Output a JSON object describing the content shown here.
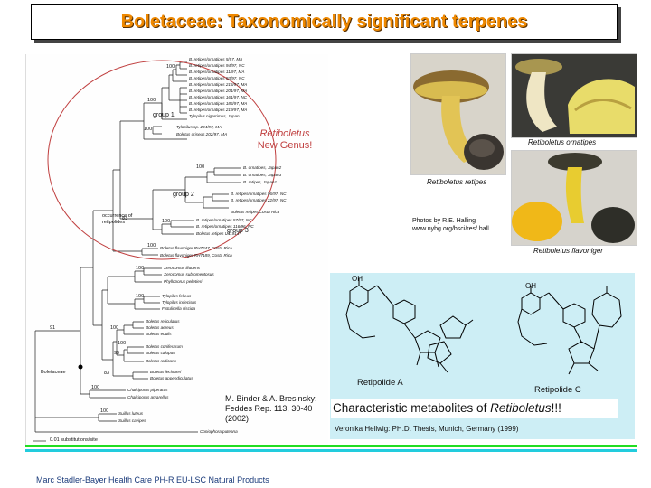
{
  "title": "Boletaceae: Taxonomically significant terpenes",
  "tree": {
    "taxa": [
      "B. retipes/ornatipes 5/97, MA",
      "B. retipes/ornatipes 94/97, NC",
      "B. retipes/ornatipes 11/97, MA",
      "B. retipes/ornatipes 93/97, NC",
      "B. retipes/ornatipes 215/97, MA",
      "B. retipes/ornatipes 201/97, MA",
      "B. retipes/ornatipes 161/97, NC",
      "B. retipes/ornatipes 186/97, MA",
      "B. retipes/ornatipes 219/97, MA",
      "Tylopilus nigerrimus, Japan",
      "Tylopilus sp. 204/97, MA",
      "Boletus griseus 202/97, MA",
      "B. ornatipes, Japan2",
      "B. ornatipes, Japan3",
      "B. retipes, Japan1",
      "B. retipes/ornatipes 96/97, NC",
      "B. retipes/ornatipes 22/97, NC",
      "Boletus retipes Costa Rica",
      "B. retipes/ornatipes 57/97, NC",
      "B. retipes/ornatipes 116/96, NC",
      "Boletus retipes U11914",
      "Boletus flavoniger RH7247, Costa Rica",
      "Boletus flavoniger RH7189, Costa Rica",
      "Xerocomus illudens",
      "Xerocomus subtomentosus",
      "Phylloporus pelletieri",
      "Tylopilus felleus",
      "Tylopilus indecisus",
      "Fistulinella viscida",
      "Boletus reticulatus",
      "Boletus aereus",
      "Boletus edulis",
      "Boletus coniferarum",
      "Boletus calopus",
      "Boletus radicans",
      "Boletus fechtneri",
      "Boletus appendiculatus",
      "Chalciporus piperatus",
      "Chalciporus amarellus",
      "Suillus luteus",
      "Suillus cavipes",
      "Coniophora puteana"
    ],
    "group1": "group 1",
    "group2": "group 2",
    "group3": "group 3",
    "occurrence": "occurrence of retipolides",
    "boletaceae": "Boletaceae",
    "scale": "0.01 substitutions/site",
    "bootstrap": [
      "100",
      "100",
      "100",
      "83",
      "100",
      "100",
      "100",
      "91",
      "100",
      "100",
      "100",
      "99",
      "100",
      "83",
      "100",
      "100"
    ],
    "genus_line1": "Retiboletus",
    "genus_line2": "New Genus!",
    "credit_line1": "M. Binder & A. Bresinsky:",
    "credit_line2": "Feddes Rep. 113, 30-40 (2002)"
  },
  "photos": {
    "retipes": "Retiboletus retipes",
    "ornatipes": "Retiboletus ornatipes",
    "flavoniger": "Retiboletus flavoniger",
    "credit_line1": "Photos by R.E. Halling",
    "credit_line2": "www.nybg.org/bsci/res/ hall"
  },
  "chem": {
    "label_a": "Retipolide A",
    "label_c": "Retipolide C",
    "oh": "OH",
    "o": "O",
    "meta_prefix": "Characteristic metabolites of ",
    "meta_genus": "Retiboletus",
    "meta_suffix": "!!!",
    "thesis": "Veronika Hellwig: PH.D. Thesis, Munich, Germany (1999)"
  },
  "footer": "Marc Stadler-Bayer Health Care PH-R EU-LSC Natural Products",
  "colors": {
    "title_text": "#ee8800",
    "ellipse": "#c04040",
    "chem_bg": "#cdeef5",
    "bar_green": "#22dd22",
    "bar_blue": "#22ccdd",
    "footer_text": "#1a3a7a"
  }
}
